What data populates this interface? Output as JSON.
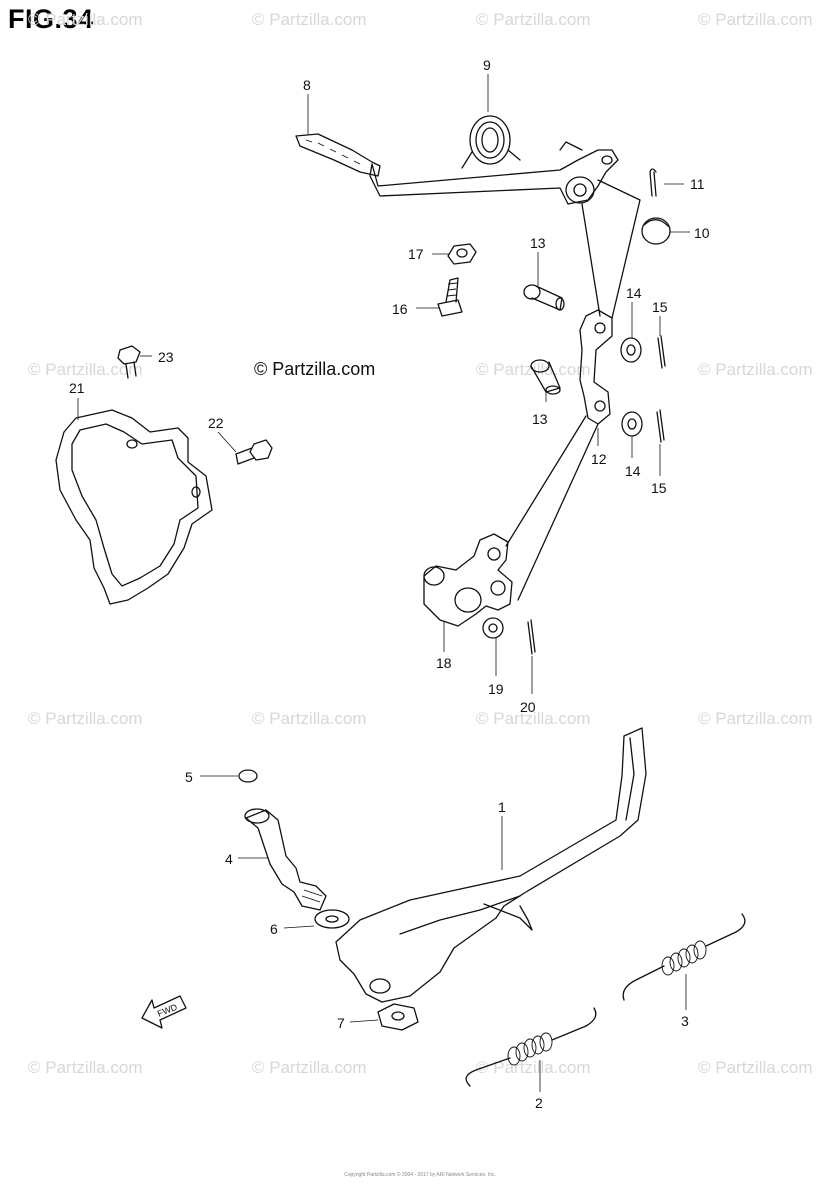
{
  "figure": {
    "title": "FIG.34",
    "center_mark": "© Partzilla.com",
    "watermark": "© Partzilla.com",
    "copyright": "Copyright Partzilla.com © 2004 - 2017 by ARI Network Services, Inc."
  },
  "callouts": [
    "8",
    "9",
    "11",
    "10",
    "17",
    "13",
    "16",
    "14",
    "15",
    "23",
    "21",
    "22",
    "13",
    "12",
    "14",
    "15",
    "18",
    "19",
    "20",
    "5",
    "1",
    "4",
    "6",
    "3",
    "7",
    "2"
  ],
  "fwd_label": "FWD"
}
